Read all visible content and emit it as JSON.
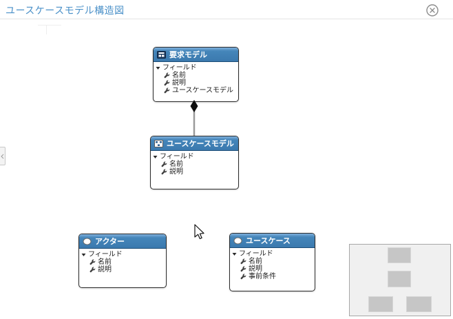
{
  "window": {
    "title": "ユースケースモデル構造図"
  },
  "colors": {
    "title_text": "#4a90c8",
    "node_header_blue": "#3b79ae",
    "node_border": "#2b2b2b",
    "connector_line": "#9a9a9a",
    "composition_diamond": "#0d0d0d",
    "minimap_bg": "#f0f0f0",
    "minimap_rect": "#c6c6c6"
  },
  "diagram": {
    "nodes": [
      {
        "title": "要求モデル",
        "group": "フィールド",
        "fields": [
          "名前",
          "説明",
          "ユースケースモデル"
        ]
      },
      {
        "title": "ユースケースモデル",
        "group": "フィールド",
        "fields": [
          "名前",
          "説明"
        ]
      },
      {
        "title": "アクター",
        "group": "フィールド",
        "fields": [
          "名前",
          "説明"
        ]
      },
      {
        "title": "ユースケース",
        "group": "フィールド",
        "fields": [
          "名前",
          "説明",
          "事前条件"
        ]
      }
    ],
    "relationships": [
      {
        "type": "composition",
        "from": "要求モデル",
        "to": "ユースケースモデル"
      }
    ]
  },
  "minimap": {
    "node_count": 4
  }
}
